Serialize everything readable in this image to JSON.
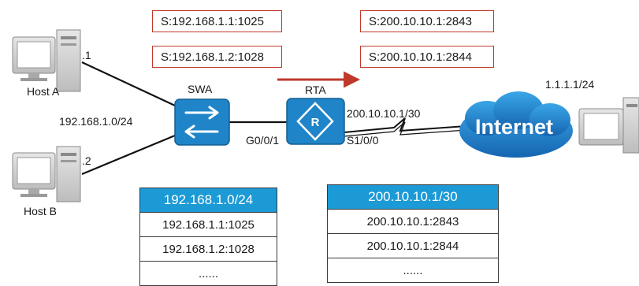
{
  "hosts": {
    "host_a": {
      "name": "Host A",
      "suffix": ".1"
    },
    "host_b": {
      "name": "Host B",
      "suffix": ".2"
    }
  },
  "subnet_label": "192.168.1.0/24",
  "switch": {
    "name": "SWA",
    "port": "G0/0/1"
  },
  "router": {
    "name": "RTA",
    "wan_ip": "200.10.10.1/30",
    "wan_port": "S1/0/0"
  },
  "internet": {
    "label": "Internet",
    "server_ip": "1.1.1.1/24"
  },
  "nat_boxes": {
    "private": [
      "S:192.168.1.1:1025",
      "S:192.168.1.2:1028"
    ],
    "public": [
      "S:200.10.10.1:2843",
      "S:200.10.10.1:2844"
    ]
  },
  "tables": {
    "private": {
      "header": "192.168.1.0/24",
      "rows": [
        "192.168.1.1:1025",
        "192.168.1.2:1028",
        "......"
      ]
    },
    "public": {
      "header": "200.10.10.1/30",
      "rows": [
        "200.10.10.1:2843",
        "200.10.10.1:2844",
        "......"
      ]
    }
  },
  "colors": {
    "device_blue": "#1f85c8",
    "arrow_red": "#c0392b",
    "box_border": "#c0392b",
    "table_header": "#1c9ad6"
  }
}
